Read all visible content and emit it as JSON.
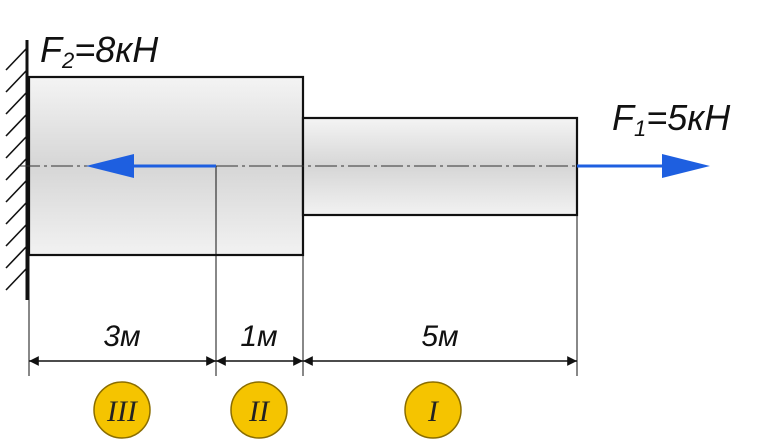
{
  "forces": {
    "f2": {
      "name": "F",
      "sub": "2",
      "value": "=8кН"
    },
    "f1": {
      "name": "F",
      "sub": "1",
      "value": "=5кН"
    }
  },
  "dimensions": [
    "3м",
    "1м",
    "5м"
  ],
  "sections": [
    "III",
    "II",
    "I"
  ],
  "colors": {
    "arrow": "#1e5fe0",
    "badge_fill": "#f5c400",
    "badge_stroke": "#8a6d00",
    "line": "#111111"
  }
}
